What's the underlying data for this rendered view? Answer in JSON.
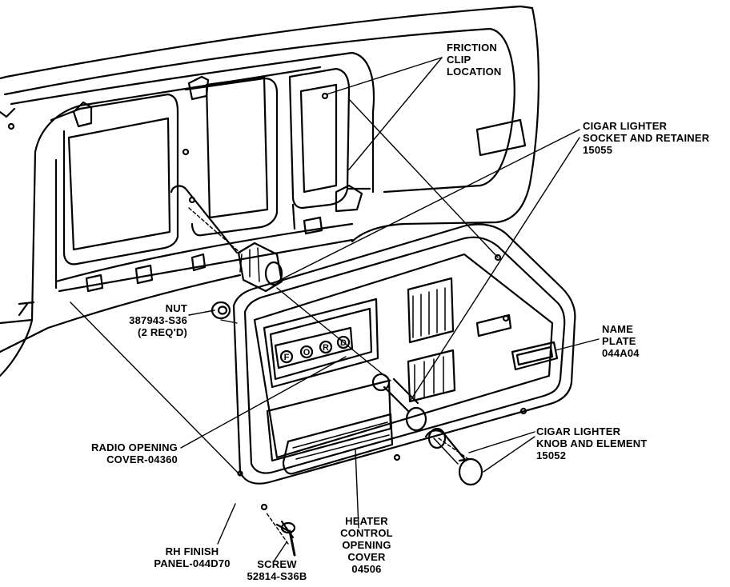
{
  "colors": {
    "ink": "#000000",
    "paper": "#ffffff"
  },
  "labels": {
    "friction_clip": [
      "FRICTION",
      "CLIP",
      "LOCATION"
    ],
    "cigar_socket": [
      "CIGAR LIGHTER",
      "SOCKET AND RETAINER",
      "15055"
    ],
    "nut": [
      "NUT",
      "387943-S36",
      "(2 REQ'D)"
    ],
    "name_plate": [
      "NAME",
      "PLATE",
      "044A04"
    ],
    "radio_cover": [
      "RADIO OPENING",
      "COVER-04360"
    ],
    "cigar_knob": [
      "CIGAR LIGHTER",
      "KNOB AND ELEMENT",
      "15052"
    ],
    "heater_cover": [
      "HEATER",
      "CONTROL",
      "OPENING",
      "COVER",
      "04506"
    ],
    "rh_panel": [
      "RH FINISH",
      "PANEL-044D70"
    ],
    "screw": [
      "SCREW",
      "52814-S36B"
    ]
  },
  "panel_text": {
    "brand": "FORD"
  }
}
